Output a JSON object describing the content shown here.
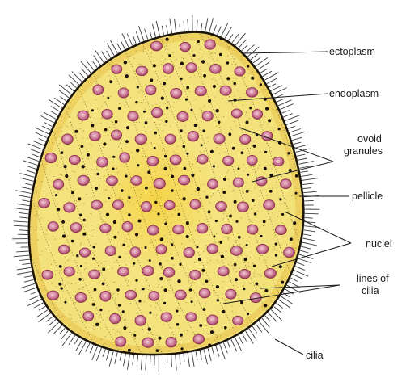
{
  "labels": {
    "ectoplasm": "ectoplasm",
    "endoplasm": "endoplasm",
    "ovoid_line1": "ovoid",
    "ovoid_line2": "granules",
    "pellicle": "pellicle",
    "nuclei": "nuclei",
    "lines_line1": "lines of",
    "lines_line2": "cilia",
    "cilia": "cilia"
  },
  "colors": {
    "cytoplasm": "#f4e27a",
    "ectoplasm_rim": "#e9c34a",
    "center_glow": "#f6cf3c",
    "pellicle": "#1c1406",
    "nucleus_fill": "#c26a86",
    "nucleus_ring": "#8a2f4e",
    "nucleus_core": "#f0c6d3",
    "granule": "#181008",
    "cilia_line": "#3a3a3a",
    "ciliary_lines": "#8a7a3a",
    "leader_line": "#1a1a1a"
  }
}
